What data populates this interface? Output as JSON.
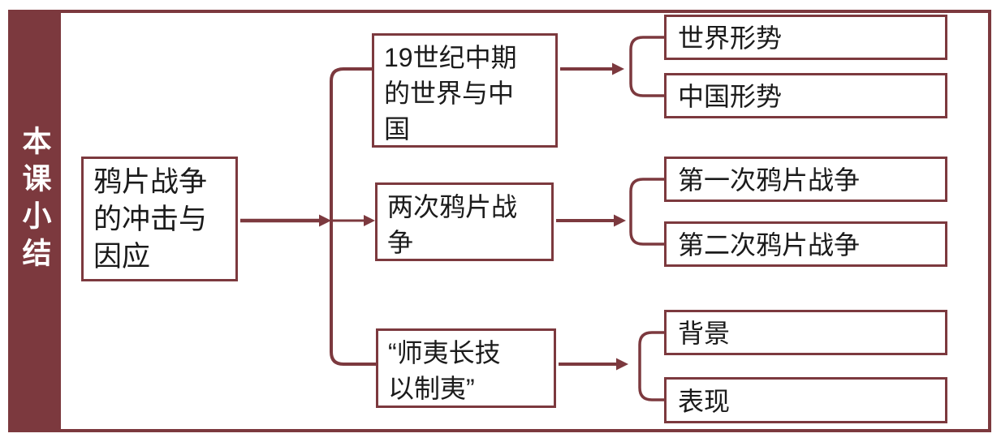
{
  "colors": {
    "accent": "#7C393E",
    "node_fill": "#FFFFFF",
    "node_text": "#1B1B1B",
    "sidebar_text": "#FFFFFF"
  },
  "sidebar": {
    "title": "本课小结"
  },
  "diagram": {
    "root": {
      "label": "鸦片战争\n的冲击与\n因应"
    },
    "branches": [
      {
        "label": "19世纪中期\n的世界与中\n国",
        "children": [
          {
            "label": "世界形势"
          },
          {
            "label": "中国形势"
          }
        ]
      },
      {
        "label": "两次鸦片战\n争",
        "children": [
          {
            "label": "第一次鸦片战争"
          },
          {
            "label": "第二次鸦片战争"
          }
        ]
      },
      {
        "label": "“师夷长技\n以制夷”",
        "children": [
          {
            "label": "背景"
          },
          {
            "label": "表现"
          }
        ]
      }
    ]
  }
}
